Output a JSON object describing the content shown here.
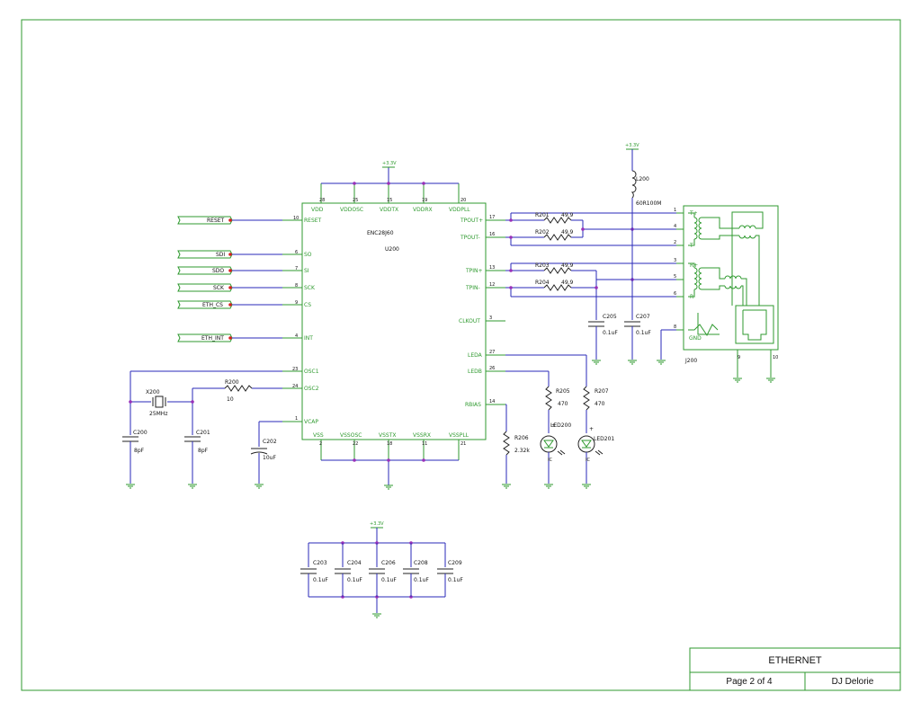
{
  "title_block": {
    "title": "ETHERNET",
    "page": "Page 2 of 4",
    "author": "DJ Delorie"
  },
  "power_labels": {
    "u200": "+3.3V",
    "l200": "+3.3V",
    "decoupling": "+3.3V"
  },
  "chip": {
    "part": "ENC28J60",
    "refdes": "U200",
    "top_pins": [
      {
        "num": "28",
        "name": "VDD"
      },
      {
        "num": "25",
        "name": "VDDOSC"
      },
      {
        "num": "15",
        "name": "VDDTX"
      },
      {
        "num": "19",
        "name": "VDDRX"
      },
      {
        "num": "20",
        "name": "VDDPLL"
      }
    ],
    "bottom_pins": [
      {
        "num": "2",
        "name": "VSS"
      },
      {
        "num": "22",
        "name": "VSSOSC"
      },
      {
        "num": "18",
        "name": "VSSTX"
      },
      {
        "num": "11",
        "name": "VSSRX"
      },
      {
        "num": "21",
        "name": "VSSPLL"
      }
    ],
    "left_pins": [
      {
        "num": "10",
        "name": "RESET"
      },
      {
        "num": "6",
        "name": "SO"
      },
      {
        "num": "7",
        "name": "SI"
      },
      {
        "num": "8",
        "name": "SCK"
      },
      {
        "num": "9",
        "name": "CS"
      },
      {
        "num": "4",
        "name": "INT"
      },
      {
        "num": "23",
        "name": "OSC1"
      },
      {
        "num": "24",
        "name": "OSC2"
      },
      {
        "num": "1",
        "name": "VCAP"
      }
    ],
    "right_pins": [
      {
        "num": "17",
        "name": "TPOUT+"
      },
      {
        "num": "16",
        "name": "TPOUT-"
      },
      {
        "num": "13",
        "name": "TPIN+"
      },
      {
        "num": "12",
        "name": "TPIN-"
      },
      {
        "num": "3",
        "name": "CLKOUT"
      },
      {
        "num": "27",
        "name": "LEDA"
      },
      {
        "num": "26",
        "name": "LEDB"
      },
      {
        "num": "14",
        "name": "RBIAS"
      }
    ]
  },
  "ports": [
    "RESET",
    "SDI",
    "SDO",
    "SCK",
    "ETH_CS",
    "ETH_INT"
  ],
  "components": {
    "r200": {
      "ref": "R200",
      "value": "10"
    },
    "x200": {
      "ref": "X200",
      "value": "25MHz"
    },
    "c200": {
      "ref": "C200",
      "value": "8pF"
    },
    "c201": {
      "ref": "C201",
      "value": "8pF"
    },
    "c202": {
      "ref": "C202",
      "value": "10uF"
    },
    "r201": {
      "ref": "R201",
      "value": "49.9"
    },
    "r202": {
      "ref": "R202",
      "value": "49.9"
    },
    "r203": {
      "ref": "R203",
      "value": "49.9"
    },
    "r204": {
      "ref": "R204",
      "value": "49.9"
    },
    "c205": {
      "ref": "C205",
      "value": "0.1uF"
    },
    "c207": {
      "ref": "C207",
      "value": "0.1uF"
    },
    "l200": {
      "ref": "L200",
      "value": "60R100M"
    },
    "r205": {
      "ref": "R205",
      "value": "470"
    },
    "r207": {
      "ref": "R207",
      "value": "470"
    },
    "r206": {
      "ref": "R206",
      "value": "2.32k"
    },
    "led200": {
      "ref": "LED200",
      "pin_a": "+",
      "pin_k": "IC"
    },
    "led201": {
      "ref": "LED201",
      "pin_a": "+",
      "pin_k": "IC"
    },
    "c203": {
      "ref": "C203",
      "value": "0.1uF"
    },
    "c204": {
      "ref": "C204",
      "value": "0.1uF"
    },
    "c206": {
      "ref": "C206",
      "value": "0.1uF"
    },
    "c208": {
      "ref": "C208",
      "value": "0.1uF"
    },
    "c209": {
      "ref": "C209",
      "value": "0.1uF"
    }
  },
  "jack": {
    "ref": "J200",
    "pins": [
      {
        "num": "1",
        "name": "T+"
      },
      {
        "num": "4",
        "name": ""
      },
      {
        "num": "2",
        "name": "T-"
      },
      {
        "num": "3",
        "name": "R+"
      },
      {
        "num": "5",
        "name": ""
      },
      {
        "num": "6",
        "name": "R-"
      },
      {
        "num": "8",
        "name": "GND"
      }
    ],
    "shield_pins": [
      "9",
      "10"
    ]
  }
}
